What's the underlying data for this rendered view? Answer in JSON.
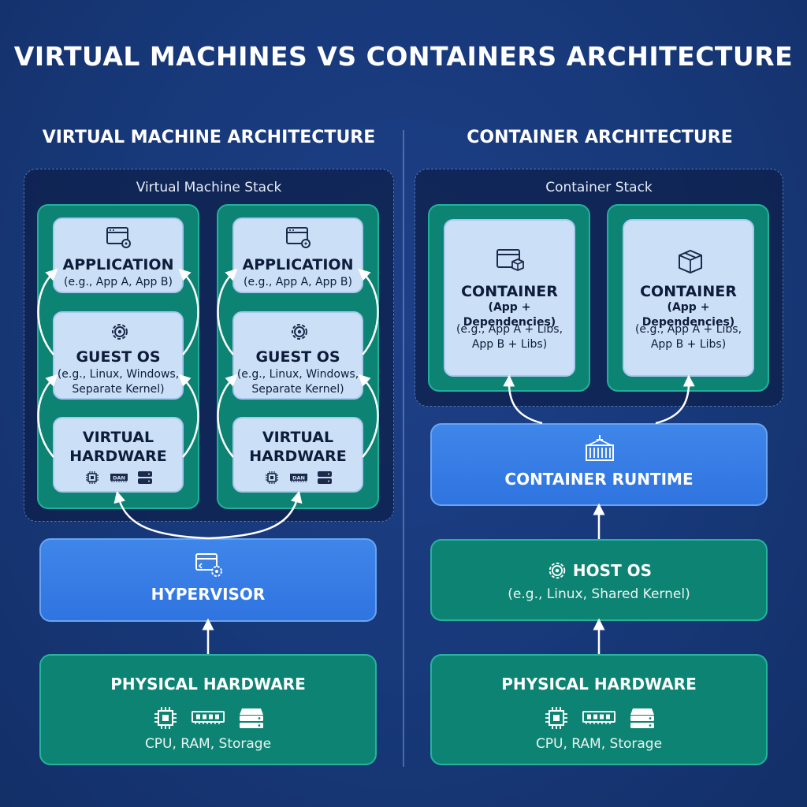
{
  "title": "VIRTUAL MACHINES VS CONTAINERS ARCHITECTURE",
  "vm": {
    "section_title": "VIRTUAL MACHINE ARCHITECTURE",
    "stack_label": "Virtual Machine Stack",
    "columns": [
      {
        "application": {
          "title": "APPLICATION",
          "detail": "(e.g., App A, App B)"
        },
        "guest_os": {
          "title": "GUEST OS",
          "detail_1": "(e.g., Linux, Windows,",
          "detail_2": "Separate Kernel)"
        },
        "virtual_hardware": {
          "title_1": "VIRTUAL",
          "title_2": "HARDWARE"
        }
      },
      {
        "application": {
          "title": "APPLICATION",
          "detail": "(e.g., App A, App B)"
        },
        "guest_os": {
          "title": "GUEST OS",
          "detail_1": "(e.g., Linux, Windows,",
          "detail_2": "Separate Kernel)"
        },
        "virtual_hardware": {
          "title_1": "VIRTUAL",
          "title_2": "HARDWARE"
        }
      }
    ],
    "hypervisor": {
      "title": "HYPERVISOR"
    },
    "physical_hardware": {
      "title": "PHYSICAL HARDWARE",
      "detail": "CPU, RAM, Storage"
    }
  },
  "container": {
    "section_title": "CONTAINER ARCHITECTURE",
    "stack_label": "Container Stack",
    "containers": [
      {
        "title": "CONTAINER",
        "subtitle": "(App + Dependencies)",
        "detail_1": "(e.g., App A + Libs,",
        "detail_2": "App B + Libs)"
      },
      {
        "title": "CONTAINER",
        "subtitle": "(App + Dependencies)",
        "detail_1": "(e.g., App A + Libs,",
        "detail_2": "App B + Libs)"
      }
    ],
    "runtime": {
      "title": "CONTAINER RUNTIME"
    },
    "host_os": {
      "title": "HOST OS",
      "detail": "(e.g., Linux, Shared Kernel)"
    },
    "physical_hardware": {
      "title": "PHYSICAL HARDWARE",
      "detail": "CPU, RAM, Storage"
    }
  },
  "ram_chip_label": "DAN",
  "colors": {
    "background": "#183a7c",
    "teal": "#0d8473",
    "card": "#cbe0f7",
    "blue": "#3479e4"
  },
  "icons": [
    "app-window-gear-icon",
    "gear-icon",
    "cpu-icon",
    "ram-icon",
    "storage-icon",
    "hypervisor-icon",
    "container-window-icon",
    "package-box-icon",
    "shipping-container-icon"
  ]
}
